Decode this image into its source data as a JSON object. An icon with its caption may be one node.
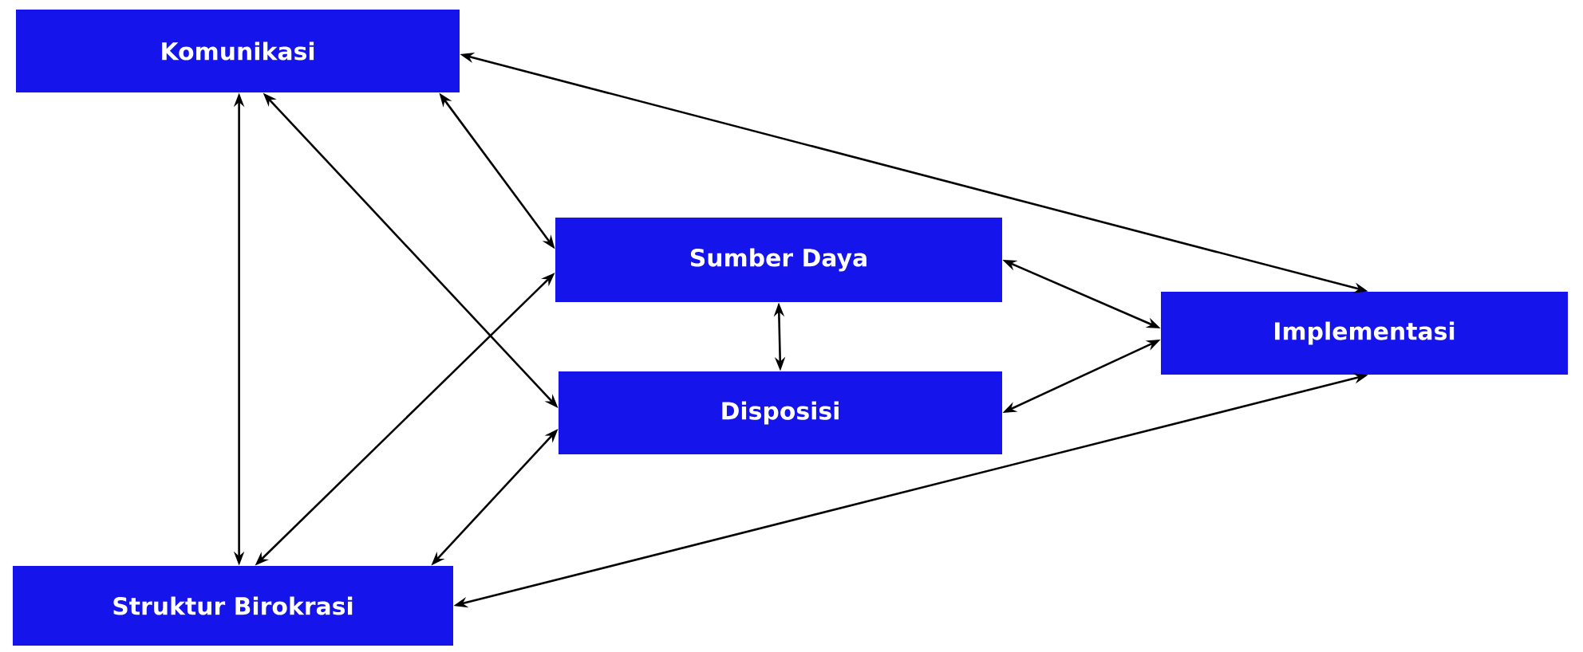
{
  "diagram": {
    "nodes": [
      {
        "text": [
          "Komunikasi"
        ]
      },
      {
        "text": [
          "Sumber Daya"
        ]
      },
      {
        "text": [
          "Implementasi"
        ]
      },
      {
        "text": [
          "Disposisi"
        ]
      },
      {
        "text": [
          "Struktur Birokrasi"
        ]
      }
    ],
    "edges": [
      {
        "from": 0,
        "to": 2,
        "arrow": "both"
      },
      {
        "from": 0,
        "to": 1,
        "arrow": "both"
      },
      {
        "from": 0,
        "to": 3,
        "arrow": "both"
      },
      {
        "from": 0,
        "to": 4,
        "arrow": "both"
      },
      {
        "from": 4,
        "to": 1,
        "arrow": "both"
      },
      {
        "from": 4,
        "to": 3,
        "arrow": "both"
      },
      {
        "from": 4,
        "to": 2,
        "arrow": "both"
      },
      {
        "from": 1,
        "to": 3,
        "arrow": "both"
      },
      {
        "from": 1,
        "to": 2,
        "arrow": "both"
      },
      {
        "from": 3,
        "to": 2,
        "arrow": "both"
      }
    ]
  }
}
